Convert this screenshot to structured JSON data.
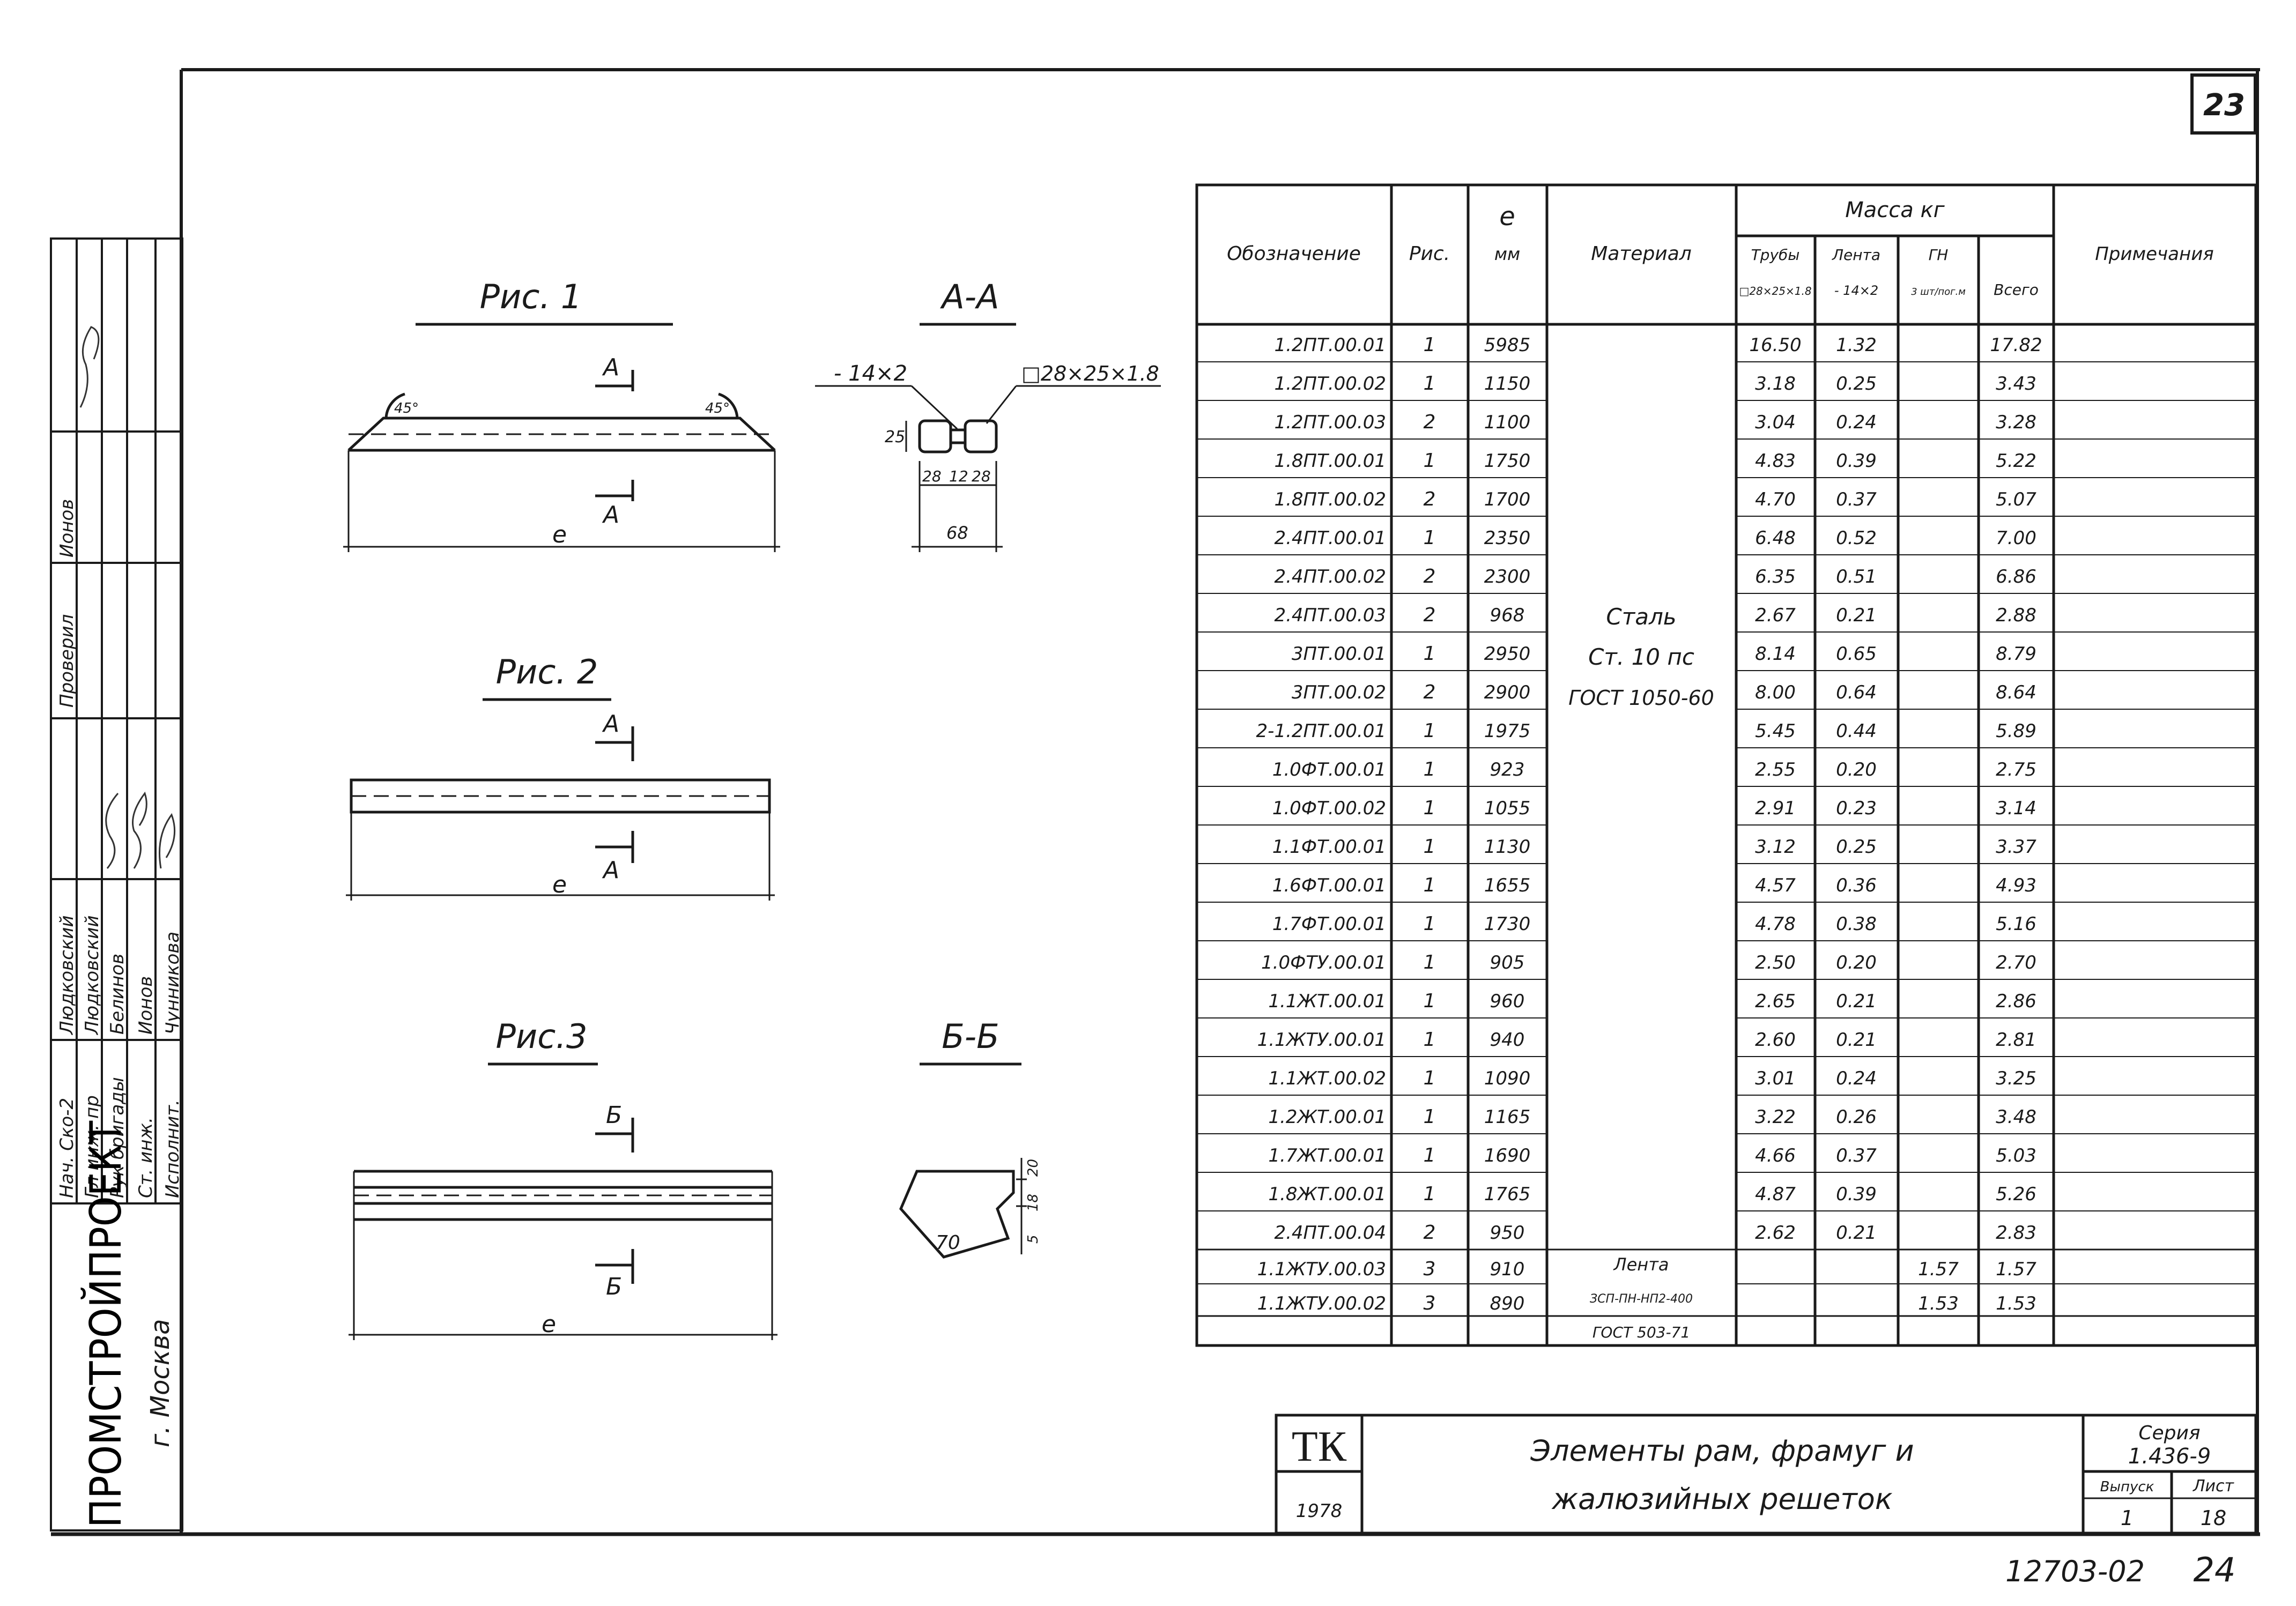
{
  "sheet": {
    "page_number": "23",
    "bottom_code": "12703-02",
    "bottom_page": "24"
  },
  "stamp": {
    "org": "ПРОМСТРОЙПРОЕКТ",
    "city": "г. Москва",
    "roles": [
      "Нач. Ско-2",
      "Гл инж. пр",
      "Рук бригады",
      "Ст. инж.",
      "Исполнит."
    ],
    "names": [
      "Людковский",
      "Людковский",
      "Белинов",
      "Ионов",
      "Чунникова"
    ],
    "upper_labels": [
      "Проверил",
      "Ионов"
    ]
  },
  "figures": {
    "fig1": {
      "title": "Рис. 1",
      "section_mark": "А",
      "length_mark": "е",
      "angle": "45°"
    },
    "fig2": {
      "title": "Рис. 2",
      "section_mark": "А",
      "length_mark": "е"
    },
    "fig3": {
      "title": "Рис.3",
      "section_mark": "Б",
      "length_mark": "е"
    },
    "sectionA": {
      "title": "А-А",
      "strip": "- 14×2",
      "tube": "□28×25×1.8",
      "dim_h": "25",
      "dim_a": "28",
      "dim_b": "12",
      "dim_c": "28",
      "dim_total": "68"
    },
    "sectionB": {
      "title": "Б-Б",
      "dim_70": "70",
      "dim_18": "18",
      "dim_20": "20",
      "dim_5": "5"
    }
  },
  "table": {
    "headers": {
      "designation": "Обозначение",
      "fig": "Рис.",
      "length": "е",
      "length_unit": "мм",
      "material": "Материал",
      "mass": "Масса кг",
      "tubes": "Трубы",
      "tubes_sub": "□28×25×1.8",
      "strip": "Лента",
      "strip_sub": "- 14×2",
      "gn": "ГН",
      "gn_sub": "3 шт/пог.м",
      "total": "Всего",
      "notes": "Примечания"
    },
    "rows": [
      {
        "d": "1.2ПТ.00.01",
        "f": "1",
        "l": "5985",
        "t": "16.50",
        "s": "1.32",
        "g": "",
        "sum": "17.82"
      },
      {
        "d": "1.2ПТ.00.02",
        "f": "1",
        "l": "1150",
        "t": "3.18",
        "s": "0.25",
        "g": "",
        "sum": "3.43"
      },
      {
        "d": "1.2ПТ.00.03",
        "f": "2",
        "l": "1100",
        "t": "3.04",
        "s": "0.24",
        "g": "",
        "sum": "3.28"
      },
      {
        "d": "1.8ПТ.00.01",
        "f": "1",
        "l": "1750",
        "t": "4.83",
        "s": "0.39",
        "g": "",
        "sum": "5.22"
      },
      {
        "d": "1.8ПТ.00.02",
        "f": "2",
        "l": "1700",
        "t": "4.70",
        "s": "0.37",
        "g": "",
        "sum": "5.07"
      },
      {
        "d": "2.4ПТ.00.01",
        "f": "1",
        "l": "2350",
        "t": "6.48",
        "s": "0.52",
        "g": "",
        "sum": "7.00"
      },
      {
        "d": "2.4ПТ.00.02",
        "f": "2",
        "l": "2300",
        "t": "6.35",
        "s": "0.51",
        "g": "",
        "sum": "6.86"
      },
      {
        "d": "2.4ПТ.00.03",
        "f": "2",
        "l": "968",
        "t": "2.67",
        "s": "0.21",
        "g": "",
        "sum": "2.88"
      },
      {
        "d": "3ПТ.00.01",
        "f": "1",
        "l": "2950",
        "t": "8.14",
        "s": "0.65",
        "g": "",
        "sum": "8.79"
      },
      {
        "d": "3ПТ.00.02",
        "f": "2",
        "l": "2900",
        "t": "8.00",
        "s": "0.64",
        "g": "",
        "sum": "8.64"
      },
      {
        "d": "2-1.2ПТ.00.01",
        "f": "1",
        "l": "1975",
        "t": "5.45",
        "s": "0.44",
        "g": "",
        "sum": "5.89"
      },
      {
        "d": "1.0ФТ.00.01",
        "f": "1",
        "l": "923",
        "t": "2.55",
        "s": "0.20",
        "g": "",
        "sum": "2.75"
      },
      {
        "d": "1.0ФТ.00.02",
        "f": "1",
        "l": "1055",
        "t": "2.91",
        "s": "0.23",
        "g": "",
        "sum": "3.14"
      },
      {
        "d": "1.1ФТ.00.01",
        "f": "1",
        "l": "1130",
        "t": "3.12",
        "s": "0.25",
        "g": "",
        "sum": "3.37"
      },
      {
        "d": "1.6ФТ.00.01",
        "f": "1",
        "l": "1655",
        "t": "4.57",
        "s": "0.36",
        "g": "",
        "sum": "4.93"
      },
      {
        "d": "1.7ФТ.00.01",
        "f": "1",
        "l": "1730",
        "t": "4.78",
        "s": "0.38",
        "g": "",
        "sum": "5.16"
      },
      {
        "d": "1.0ФТУ.00.01",
        "f": "1",
        "l": "905",
        "t": "2.50",
        "s": "0.20",
        "g": "",
        "sum": "2.70"
      },
      {
        "d": "1.1ЖТ.00.01",
        "f": "1",
        "l": "960",
        "t": "2.65",
        "s": "0.21",
        "g": "",
        "sum": "2.86"
      },
      {
        "d": "1.1ЖТУ.00.01",
        "f": "1",
        "l": "940",
        "t": "2.60",
        "s": "0.21",
        "g": "",
        "sum": "2.81"
      },
      {
        "d": "1.1ЖТ.00.02",
        "f": "1",
        "l": "1090",
        "t": "3.01",
        "s": "0.24",
        "g": "",
        "sum": "3.25"
      },
      {
        "d": "1.2ЖТ.00.01",
        "f": "1",
        "l": "1165",
        "t": "3.22",
        "s": "0.26",
        "g": "",
        "sum": "3.48"
      },
      {
        "d": "1.7ЖТ.00.01",
        "f": "1",
        "l": "1690",
        "t": "4.66",
        "s": "0.37",
        "g": "",
        "sum": "5.03"
      },
      {
        "d": "1.8ЖТ.00.01",
        "f": "1",
        "l": "1765",
        "t": "4.87",
        "s": "0.39",
        "g": "",
        "sum": "5.26"
      },
      {
        "d": "2.4ПТ.00.04",
        "f": "2",
        "l": "950",
        "t": "2.62",
        "s": "0.21",
        "g": "",
        "sum": "2.83"
      },
      {
        "d": "1.1ЖТУ.00.03",
        "f": "3",
        "l": "910",
        "t": "",
        "s": "",
        "g": "1.57",
        "sum": "1.57"
      },
      {
        "d": "1.1ЖТУ.00.02",
        "f": "3",
        "l": "890",
        "t": "",
        "s": "",
        "g": "1.53",
        "sum": "1.53"
      }
    ],
    "material_main": [
      "Сталь",
      "Ст. 10 пс",
      "ГОСТ 1050-60"
    ],
    "material_tape": [
      "Лента",
      "ЗСП-ПН-НП2-400",
      "ГОСТ 503-71"
    ]
  },
  "title_block": {
    "tk": "ТК",
    "year": "1978",
    "title_line1": "Элементы рам, фрамуг и",
    "title_line2": "жалюзийных решеток",
    "series_label": "Серия",
    "series_value": "1.436-9",
    "issue_label": "Выпуск",
    "issue_value": "1",
    "sheet_label": "Лист",
    "sheet_value": "18"
  }
}
